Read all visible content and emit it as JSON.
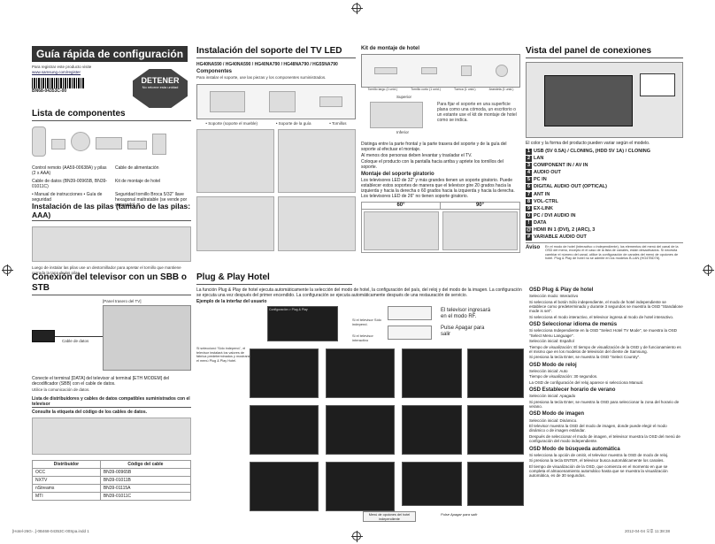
{
  "header": {
    "title": "Guía rápida de configuración",
    "register_text": "Para registrar este producto visite",
    "register_url": "www.samsung.com/register",
    "barcode_code": "BN68-04353C-00",
    "stop_title": "DETENER",
    "stop_sub": "No retorne esta unidad"
  },
  "components": {
    "title": "Lista de componentes",
    "items": [
      "Control remoto (AA59-00638A) y pilas (2 x AAA)",
      "Cable de alimentación",
      "Cable de datos (BN39-00965B, BN39-01011C)",
      "Kit de montaje de hotel",
      "• Manual de instrucciones • Guía de seguridad",
      "Seguridad tornillo Broca 5/32\" llave hexagonal maltratable (se vende por separado)"
    ]
  },
  "batteries": {
    "title": "Instalación de las pilas (tamaño de las pilas: AAA)",
    "note": "Luego de instalar las pilas use un destornillador para apretar el tornillo que mantiene cerrada la tapa de las pilas."
  },
  "stand": {
    "title": "Instalación del soporte del TV LED",
    "models": "HG40NA590 / HG40NA590 / HG40NA790 / HG48NA790 / HG55NA790",
    "components_label": "Componentes",
    "components_text": "Para instalar el soporte, use las piezas y los componentes suministrados.",
    "labels": [
      "• Soporte (soporte el mueble)",
      "• Soporte de la guía",
      "• Tornillos"
    ],
    "step_notes": [
      "Distinga entre la parte frontal y la parte trasera del soporte y de la guía del soporte al efectuar el montaje.",
      "Al menos dos personas deben levantar y trasladar el TV.",
      "Coloque el producto con la pantalla hacia arriba y apriete los tornillos del soporte."
    ],
    "swivel_title": "Montaje del soporte giratorio",
    "swivel_text": "Los televisores LED de 32\" y más grandes tienen un soporte giratorio. Puede establecer estos soportes de manera que el televisor gire 20 grados hacia la izquierda y hacia la derecha o 60 grados hacia la izquierda y hacia la derecha. Los televisores LED de 26\" no tienen soporte giratorio.",
    "angle_60": "60°",
    "angle_90": "90°"
  },
  "hotel_kit": {
    "title": "Kit de montaje de hotel",
    "parts": [
      "Tornillo largo (1 unid.)",
      "Tornillo corto (1 unid.)",
      "Tuerca (1 unid.)",
      "Arandela (1 unid.)"
    ],
    "top_label": "Superior",
    "bottom_label": "Inferior",
    "text": "Para fijar el soporte en una superficie plana como una cómoda, un escritorio o un estante use el kit de montaje de hotel como se indica."
  },
  "panel": {
    "title": "Vista del panel de conexiones",
    "note": "El color y la forma del producto pueden variar según el modelo.",
    "ports": [
      {
        "n": "1",
        "label": "USB (5V 0.5A) / CLONING, (HDD 5V 1A) / CLONING"
      },
      {
        "n": "2",
        "label": "LAN"
      },
      {
        "n": "3",
        "label": "COMPONENT IN / AV IN"
      },
      {
        "n": "4",
        "label": "AUDIO OUT"
      },
      {
        "n": "5",
        "label": "PC IN"
      },
      {
        "n": "6",
        "label": "DIGITAL AUDIO OUT (OPTICAL)"
      },
      {
        "n": "7",
        "label": "ANT IN"
      },
      {
        "n": "8",
        "label": "VOL-CTRL"
      },
      {
        "n": "9",
        "label": "EX-LINK"
      },
      {
        "n": "0",
        "label": "PC / DVI AUDIO IN"
      },
      {
        "n": "!",
        "label": "DATA"
      },
      {
        "n": "@",
        "label": "HDMI IN 1 (DVI), 2 (ARC), 3"
      },
      {
        "n": "#",
        "label": "VARIABLE AUDIO OUT"
      }
    ],
    "aviso_label": "Aviso",
    "aviso_text": "En el modo de hotel (interactivo o independiente), los elementos del menú del canal de la OSD del menú, excepto el el caso de la lista de canales, están desactivados. Si necesita cambiar el número del canal, utilice la configuración de canales del menú de opciones de hotel. Plug & Play de hotel no se admite en los modelos B-LAN (HG47BD78)."
  },
  "sbb": {
    "title": "Conexión del televisor con un SBB o STB",
    "rear_label": "[Panel trasero del TV]",
    "cable_label": "Cable de datos",
    "step1": "Conecte el terminal [DATA] del televisor al terminal [ETH MODEM] del decodificador (SBB) con el cable de datos.",
    "step1_note": "Utilice la comunicación de datos.",
    "dist_title": "Lista de distribuidores y cables de datos compatibles suministrados con el televisor",
    "dist_sub": "Consulte la etiqueta del código de los cables de datos.",
    "table_headers": [
      "Distribuidor",
      "Código del cable"
    ],
    "table_rows": [
      [
        "OCC",
        "BN39-00965B"
      ],
      [
        "NXTV",
        "BN39-01011B"
      ],
      [
        "nStreams",
        "BN39-01115A"
      ],
      [
        "MTI",
        "BN39-01011C"
      ]
    ]
  },
  "plug_play": {
    "title": "Plug & Play Hotel",
    "intro": "La función Plug & Play de hotel ejecuta automáticamente la selección del modo de hotel, la configuración del país, del reloj y del modo de la imagen. La configuración se ejecuta una vez después del primer encendido. La configuración se ejecuta automáticamente después de una restauración de servicio.",
    "example_label": "Ejemplo de la interfaz del usuario",
    "flow_labels": [
      "Si el televisor Sólo independ.",
      "Si el televisor interactivo",
      "El televisor ingresará en el modo RF.",
      "Pulse Apagar para salir",
      "Menú de opciones del hotel independiente",
      "Pulse Apagar para salir"
    ],
    "screen_title": "Configuración > Plug & Play",
    "caption_mode": "Si seleccionó 'Sólo independ.', el televisor instalará los valores de fábrica predeterminados y mostrará el menú Plug & Play Hotel.",
    "osd_sections": [
      {
        "h": "OSD Plug & Play de hotel",
        "items": [
          "Selección modo: Interactivo",
          "Si selecciona el botón Sólo independiente, el modo de hotel independiente se establece como predeterminado y durante 3 segundos se muestra la OSD \"Standalone mode is set\".",
          "Si selecciona el modo interactivo, el televisor ingresa al modo de hotel interactivo."
        ]
      },
      {
        "h": "OSD Seleccionar idioma de menús",
        "items": [
          "Si selecciona Independiente en la OSD \"Select Hotel TV Mode\", se muestra la OSD \"Select Menu Language\".",
          "Selección inicial: Español",
          "Tiempo de visualización: El tiempo de visualización de la OSD y de funcionamiento es el mismo que en los modelos de televisión del cliente de Samsung.",
          "Si presiona la tecla Enter, se muestra la OSD \"Select Country\"."
        ]
      },
      {
        "h": "OSD Modo de reloj",
        "items": [
          "Selección inicial: Auto",
          "Tiempo de visualización: 30 segundos.",
          "La OSD de configuración del reloj aparece si selecciona Manual."
        ]
      },
      {
        "h": "OSD Establecer horario de verano",
        "items": [
          "Selección inicial: Apagado",
          "Si presiona la tecla Enter, se muestra la OSD para seleccionar la zona del horario de verano."
        ]
      },
      {
        "h": "OSD Modo de imagen",
        "items": [
          "Selección inicial: Dinámico.",
          "El televisor muestra la OSD del modo de imagen, donde puede elegir el modo dinámico o de imagen estándar.",
          "Después de seleccionar el modo de imagen, el televisor muestra la OSD del menú de configuración del modo independiente."
        ]
      },
      {
        "h": "OSD Modo de búsqueda automática",
        "items": [
          "Si selecciona la opción de omitir, el televisor muestra la OSD de modo de reloj.",
          "Si presiona la tecla ENTER, el televisor busca automáticamente los canales.",
          "El tiempo de visualización de la OSD, que comienza en el momento en que se completa el almacenamiento automático hasta que se muestra la visualización automática, es de 30 segundos."
        ]
      }
    ]
  },
  "footer": {
    "left": "[Hotel-26G-..]-0B468-04353C-00Spa.indd 1",
    "right": "2012-04-04 오후 11:38:38"
  }
}
